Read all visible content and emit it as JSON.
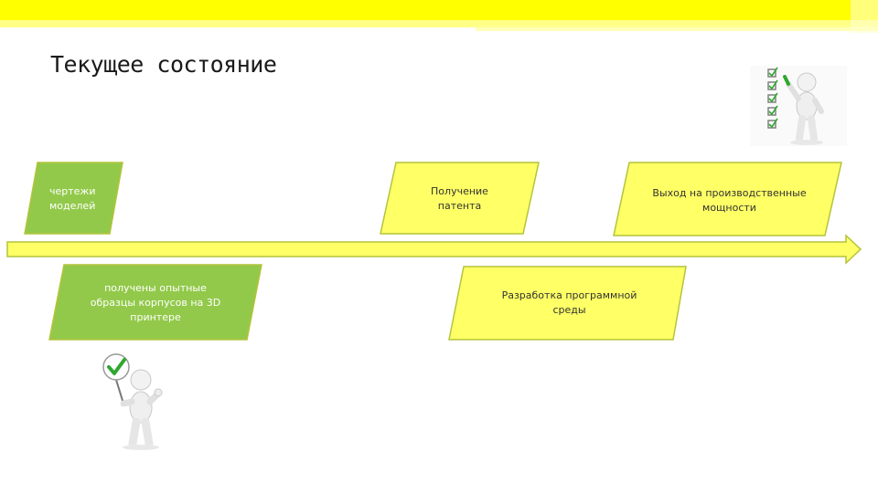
{
  "slide": {
    "title": "Текущее состояние"
  },
  "timeline": {
    "boxes_above": [
      {
        "label": "чертежи\nмоделей",
        "fill": "#92c94a"
      },
      {
        "label": "Получение\nпатента",
        "fill": "#ffff66"
      },
      {
        "label": "Выход на производственные\nмощности",
        "fill": "#ffff66"
      }
    ],
    "boxes_below": [
      {
        "label": "получены опытные\nобразцы корпусов на 3D\nпринтере",
        "fill": "#92c94a"
      },
      {
        "label": "Разработка программной\nсреды",
        "fill": "#ffff66"
      }
    ]
  },
  "colors": {
    "accent_yellow": "#ffff00",
    "box_yellow": "#ffff66",
    "box_green": "#92c94a",
    "border_olive": "#b4c43a"
  },
  "icons": [
    "checkmark-sign-figure",
    "checklist-figure"
  ]
}
